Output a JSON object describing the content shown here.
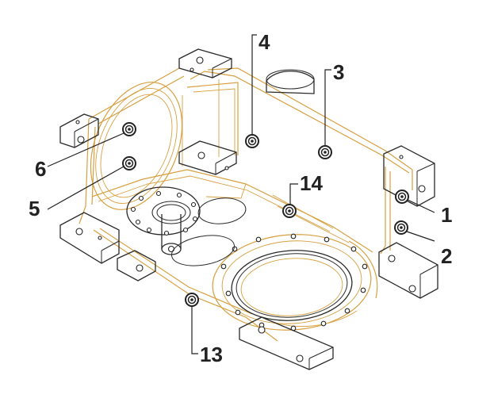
{
  "diagram": {
    "callouts": [
      {
        "id": "1",
        "label": "1"
      },
      {
        "id": "2",
        "label": "2"
      },
      {
        "id": "3",
        "label": "3"
      },
      {
        "id": "4",
        "label": "4"
      },
      {
        "id": "5",
        "label": "5"
      },
      {
        "id": "6",
        "label": "6"
      },
      {
        "id": "13",
        "label": "13"
      },
      {
        "id": "14",
        "label": "14"
      }
    ]
  },
  "colors": {
    "casting_outline": "#d7a040",
    "edge_lines": "#2a2a2a",
    "labels": "#222222",
    "background": "#ffffff"
  }
}
